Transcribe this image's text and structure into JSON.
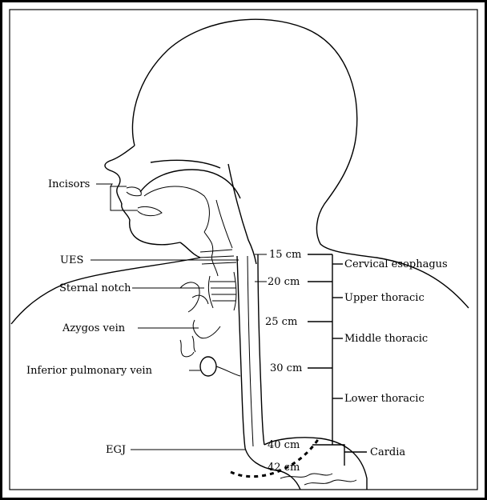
{
  "labels": {
    "left": {
      "incisors": "Incisors",
      "ues": "UES",
      "sternal_notch": "Sternal notch",
      "azygos_vein": "Azygos vein",
      "inferior_pulmonary_vein": "Inferior pulmonary vein",
      "egj": "EGJ"
    },
    "distances": {
      "d15": "15 cm",
      "d20": "20 cm",
      "d25": "25 cm",
      "d30": "30 cm",
      "d40": "40 cm",
      "d42": "42 cm"
    },
    "segments": {
      "cervical": "Cervical esophagus",
      "upper": "Upper thoracic",
      "middle": "Middle thoracic",
      "lower": "Lower thoracic",
      "cardia": "Cardia"
    }
  }
}
